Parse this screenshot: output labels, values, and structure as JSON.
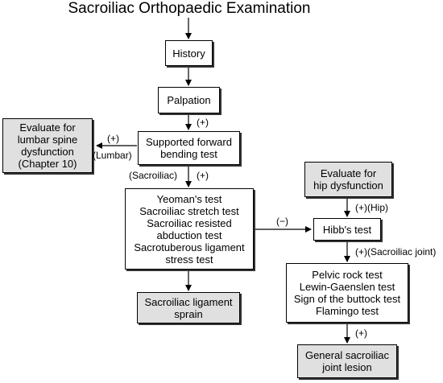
{
  "title": "Sacroiliac Orthopaedic Examination",
  "boxes": {
    "history": [
      "History"
    ],
    "palpation": [
      "Palpation"
    ],
    "lumbar_eval": [
      "Evaluate for",
      "lumbar spine",
      "dysfunction",
      "(Chapter 10)"
    ],
    "supported_forward": [
      "Supported forward",
      "bending test"
    ],
    "sacroiliac_tests": [
      "Yeoman's test",
      "Sacroiliac stretch test",
      "Sacroiliac resisted",
      "abduction test",
      "Sacrotuberous ligament",
      "stress test"
    ],
    "ligament_sprain": [
      "Sacroiliac ligament",
      "sprain"
    ],
    "hip_eval": [
      "Evaluate for",
      "hip dysfunction"
    ],
    "hibbs": [
      "Hibb's test"
    ],
    "pelvic_tests": [
      "Pelvic rock test",
      "Lewin-Gaenslen test",
      "Sign of the buttock test",
      "Flamingo test"
    ],
    "general_lesion": [
      "General sacroiliac",
      "joint lesion"
    ]
  },
  "labels": {
    "palpation_plus": "(+)",
    "lumbar_plus": "(+)",
    "lumbar": "(Lumbar)",
    "sacroiliac": "(Sacroiliac)",
    "sacroiliac_plus": "(+)",
    "minus": "(−)",
    "hip": "(+)(Hip)",
    "sacroiliac_joint": "(+)(Sacroiliac joint)",
    "pelvic_plus": "(+)"
  },
  "colors": {
    "grey_box": "#e0e0e0",
    "line": "#000000"
  }
}
